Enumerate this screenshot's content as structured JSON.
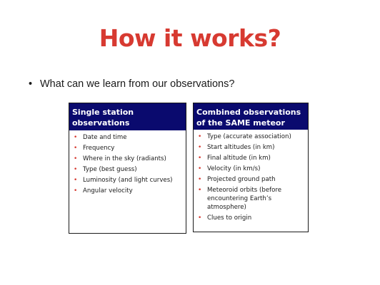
{
  "slide": {
    "title": "How it works?",
    "bullet_symbol": "•",
    "bullet_text": "What can we learn from our observations?"
  },
  "panels": {
    "left": {
      "header": "Single station observations",
      "items": [
        "Date and time",
        "Frequency",
        "Where in the sky (radiants)",
        "Type (best guess)",
        "Luminosity (and light curves)",
        "Angular velocity"
      ]
    },
    "right": {
      "header": "Combined observations of the SAME meteor",
      "items": [
        "Type (accurate association)",
        "Start altitudes (in km)",
        "Final altitude (in km)",
        "Velocity (in km/s)",
        "Projected ground path",
        "Meteoroid orbits (before encountering Earth’s atmosphere)",
        "Clues to origin"
      ]
    }
  },
  "colors": {
    "title_red": "#d73a31",
    "header_navy": "#0a0a6e",
    "list_bullet_red": "#d73a31"
  }
}
